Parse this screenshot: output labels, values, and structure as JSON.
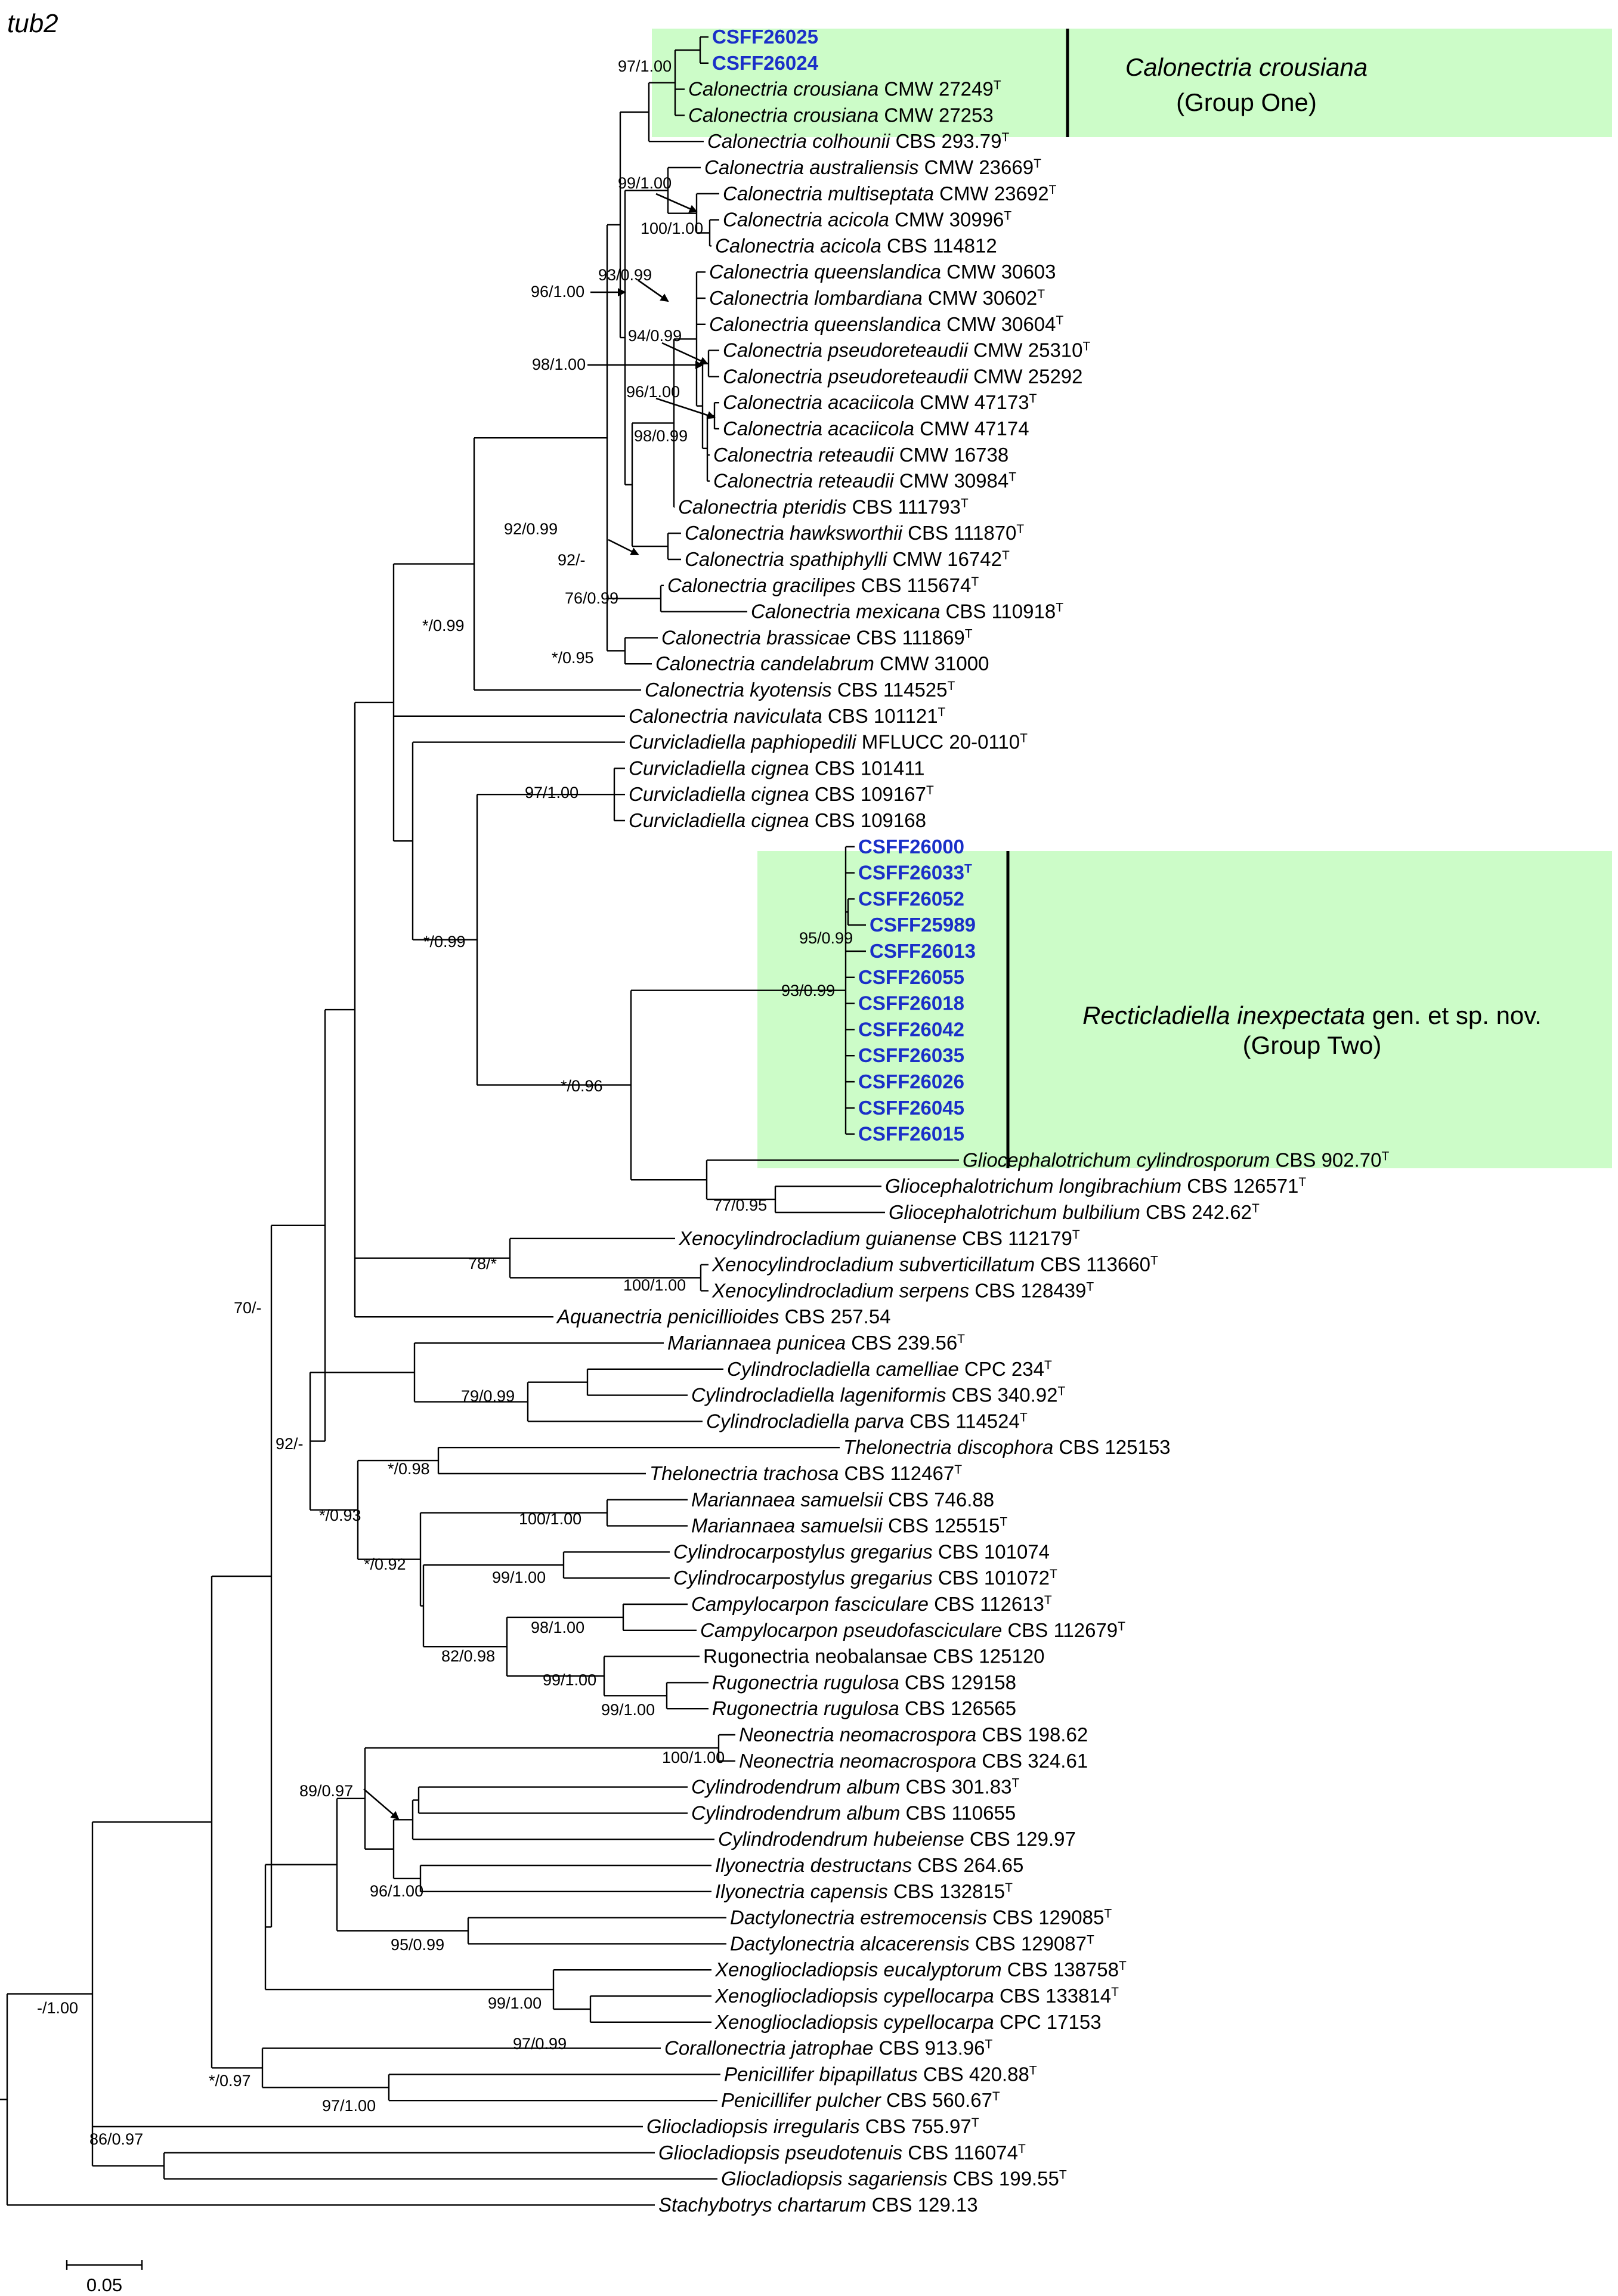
{
  "figure": {
    "title": "tub2",
    "scale_label": "0.05",
    "highlight_fill": "#ccfcc8",
    "highlight_text_color": "#1a2fc8"
  },
  "groups": [
    {
      "name": "group-one",
      "label_line1": "Calonectria crousiana",
      "label_line2": "(Group One)",
      "line1_italic": true
    },
    {
      "name": "group-two",
      "label_line1_italic": "Recticladiella inexpectata",
      "label_line1_rest": " gen. et sp. nov.",
      "label_line2": "(Group Two)"
    }
  ],
  "taxa": [
    {
      "genus": "",
      "rest": "CSFF26025",
      "highlight": true
    },
    {
      "genus": "",
      "rest": "CSFF26024",
      "highlight": true
    },
    {
      "genus": "Calonectria crousiana",
      "rest": " CMW 27249",
      "type": true
    },
    {
      "genus": "Calonectria crousiana",
      "rest": " CMW 27253"
    },
    {
      "genus": "Calonectria colhounii",
      "rest": " CBS 293.79",
      "type": true
    },
    {
      "genus": "Calonectria australiensis",
      "rest": " CMW 23669",
      "type": true
    },
    {
      "genus": "Calonectria multiseptata",
      "rest": " CMW 23692",
      "type": true
    },
    {
      "genus": "Calonectria acicola",
      "rest": " CMW 30996",
      "type": true
    },
    {
      "genus": "Calonectria acicola",
      "rest": " CBS 114812"
    },
    {
      "genus": "Calonectria queenslandica",
      "rest": " CMW 30603"
    },
    {
      "genus": "Calonectria lombardiana",
      "rest": " CMW 30602",
      "type": true
    },
    {
      "genus": "Calonectria queenslandica",
      "rest": " CMW 30604",
      "type": true
    },
    {
      "genus": "Calonectria pseudoreteaudii",
      "rest": " CMW 25310",
      "type": true
    },
    {
      "genus": "Calonectria pseudoreteaudii",
      "rest": " CMW 25292"
    },
    {
      "genus": "Calonectria acaciicola",
      "rest": " CMW 47173",
      "type": true
    },
    {
      "genus": "Calonectria acaciicola",
      "rest": " CMW 47174"
    },
    {
      "genus": "Calonectria reteaudii",
      "rest": " CMW 16738"
    },
    {
      "genus": "Calonectria reteaudii",
      "rest": " CMW 30984",
      "type": true
    },
    {
      "genus": "Calonectria pteridis",
      "rest": " CBS 111793",
      "type": true
    },
    {
      "genus": "Calonectria hawksworthii",
      "rest": " CBS 111870",
      "type": true
    },
    {
      "genus": "Calonectria spathiphylli",
      "rest": " CMW 16742",
      "type": true
    },
    {
      "genus": "Calonectria gracilipes",
      "rest": " CBS 115674",
      "type": true
    },
    {
      "genus": "Calonectria mexicana",
      "rest": " CBS 110918",
      "type": true
    },
    {
      "genus": "Calonectria brassicae",
      "rest": " CBS 111869",
      "type": true
    },
    {
      "genus": "Calonectria candelabrum",
      "rest": " CMW 31000"
    },
    {
      "genus": "Calonectria kyotensis",
      "rest": " CBS 114525",
      "type": true
    },
    {
      "genus": "Calonectria naviculata",
      "rest": " CBS 101121",
      "type": true
    },
    {
      "genus": "Curvicladiella paphiopedili",
      "rest": " MFLUCC 20-0110",
      "type": true
    },
    {
      "genus": "Curvicladiella cignea",
      "rest": " CBS 101411"
    },
    {
      "genus": "Curvicladiella cignea",
      "rest": " CBS 109167",
      "type": true
    },
    {
      "genus": "Curvicladiella cignea",
      "rest": " CBS 109168"
    },
    {
      "genus": "",
      "rest": "CSFF26000",
      "highlight": true
    },
    {
      "genus": "",
      "rest": "CSFF26033",
      "highlight": true,
      "type": true
    },
    {
      "genus": "",
      "rest": "CSFF26052",
      "highlight": true
    },
    {
      "genus": "",
      "rest": "CSFF25989",
      "highlight": true
    },
    {
      "genus": "",
      "rest": "CSFF26013",
      "highlight": true
    },
    {
      "genus": "",
      "rest": "CSFF26055",
      "highlight": true
    },
    {
      "genus": "",
      "rest": "CSFF26018",
      "highlight": true
    },
    {
      "genus": "",
      "rest": "CSFF26042",
      "highlight": true
    },
    {
      "genus": "",
      "rest": "CSFF26035",
      "highlight": true
    },
    {
      "genus": "",
      "rest": "CSFF26026",
      "highlight": true
    },
    {
      "genus": "",
      "rest": "CSFF26045",
      "highlight": true
    },
    {
      "genus": "",
      "rest": "CSFF26015",
      "highlight": true
    },
    {
      "genus": "Gliocephalotrichum cylindrosporum",
      "rest": " CBS 902.70",
      "type": true
    },
    {
      "genus": "Gliocephalotrichum longibrachium",
      "rest": " CBS 126571",
      "type": true
    },
    {
      "genus": "Gliocephalotrichum bulbilium",
      "rest": " CBS 242.62",
      "type": true
    },
    {
      "genus": "Xenocylindrocladium guianense",
      "rest": " CBS 112179",
      "type": true
    },
    {
      "genus": "Xenocylindrocladium subverticillatum",
      "rest": " CBS 113660",
      "type": true
    },
    {
      "genus": "Xenocylindrocladium serpens",
      "rest": " CBS 128439",
      "type": true
    },
    {
      "genus": "Aquanectria penicillioides",
      "rest": " CBS 257.54"
    },
    {
      "genus": "Mariannaea punicea",
      "rest": " CBS 239.56",
      "type": true
    },
    {
      "genus": "Cylindrocladiella camelliae",
      "rest": " CPC 234",
      "type": true
    },
    {
      "genus": "Cylindrocladiella lageniformis",
      "rest": " CBS 340.92",
      "type": true
    },
    {
      "genus": "Cylindrocladiella parva",
      "rest": " CBS 114524",
      "type": true
    },
    {
      "genus": "Thelonectria discophora",
      "rest": " CBS 125153"
    },
    {
      "genus": "Thelonectria trachosa",
      "rest": " CBS 112467",
      "type": true
    },
    {
      "genus": "Mariannaea samuelsii",
      "rest": " CBS 746.88"
    },
    {
      "genus": "Mariannaea samuelsii",
      "rest": " CBS 125515",
      "type": true
    },
    {
      "genus": "Cylindrocarpostylus gregarius",
      "rest": " CBS 101074"
    },
    {
      "genus": "Cylindrocarpostylus gregarius",
      "rest": " CBS 101072",
      "type": true
    },
    {
      "genus": "Campylocarpon fasciculare",
      "rest": " CBS 112613",
      "type": true
    },
    {
      "genus": "Campylocarpon pseudofasciculare",
      "rest": " CBS 112679",
      "type": true
    },
    {
      "genus": "",
      "rest": "Rugonectria neobalansae CBS 125120"
    },
    {
      "genus": "Rugonectria rugulosa",
      "rest": " CBS 129158"
    },
    {
      "genus": "Rugonectria rugulosa",
      "rest": " CBS 126565"
    },
    {
      "genus": "Neonectria neomacrospora",
      "rest": " CBS 198.62"
    },
    {
      "genus": "Neonectria neomacrospora",
      "rest": " CBS 324.61"
    },
    {
      "genus": "Cylindrodendrum album",
      "rest": " CBS 301.83",
      "type": true
    },
    {
      "genus": "Cylindrodendrum album",
      "rest": " CBS 110655"
    },
    {
      "genus": "Cylindrodendrum hubeiense",
      "rest": " CBS 129.97"
    },
    {
      "genus": "Ilyonectria destructans",
      "rest": " CBS 264.65"
    },
    {
      "genus": "Ilyonectria capensis",
      "rest": " CBS 132815",
      "type": true
    },
    {
      "genus": "Dactylonectria estremocensis",
      "rest": " CBS 129085",
      "type": true
    },
    {
      "genus": "Dactylonectria alcacerensis",
      "rest": " CBS 129087",
      "type": true
    },
    {
      "genus": "Xenogliocladiopsis eucalyptorum",
      "rest": " CBS 138758",
      "type": true
    },
    {
      "genus": "Xenogliocladiopsis cypellocarpa",
      "rest": " CBS 133814",
      "type": true
    },
    {
      "genus": "Xenogliocladiopsis cypellocarpa",
      "rest": " CPC 17153"
    },
    {
      "genus": "Corallonectria jatrophae",
      "rest": " CBS 913.96",
      "type": true
    },
    {
      "genus": "Penicillifer bipapillatus",
      "rest": " CBS 420.88",
      "type": true
    },
    {
      "genus": "Penicillifer pulcher",
      "rest": " CBS 560.67",
      "type": true
    },
    {
      "genus": "Gliocladiopsis irregularis",
      "rest": " CBS 755.97",
      "type": true
    },
    {
      "genus": "Gliocladiopsis pseudotenuis",
      "rest": " CBS 116074",
      "type": true
    },
    {
      "genus": "Gliocladiopsis sagariensis",
      "rest": " CBS 199.55",
      "type": true
    },
    {
      "genus": "Stachybotrys chartarum",
      "rest": " CBS 129.13"
    }
  ],
  "supports": [
    "97/1.00",
    "99/1.00",
    "100/1.00",
    "93/0.99",
    "96/1.00",
    "94/0.99",
    "98/1.00",
    "96/1.00",
    "98/0.99",
    "92/0.99",
    "92/-",
    "76/0.99",
    "*/0.99",
    "*/0.95",
    "97/1.00",
    "95/0.99",
    "93/0.99",
    "*/0.99",
    "*/0.96",
    "77/0.95",
    "78/*",
    "100/1.00",
    "70/-",
    "79/0.99",
    "92/-",
    "*/0.98",
    "*/0.93",
    "100/1.00",
    "*/0.92",
    "99/1.00",
    "98/1.00",
    "82/0.98",
    "99/1.00",
    "99/1.00",
    "100/1.00",
    "89/0.97",
    "96/1.00",
    "95/0.99",
    "99/1.00",
    "97/0.99",
    "*/0.97",
    "97/1.00",
    "-/1.00",
    "86/0.97"
  ]
}
